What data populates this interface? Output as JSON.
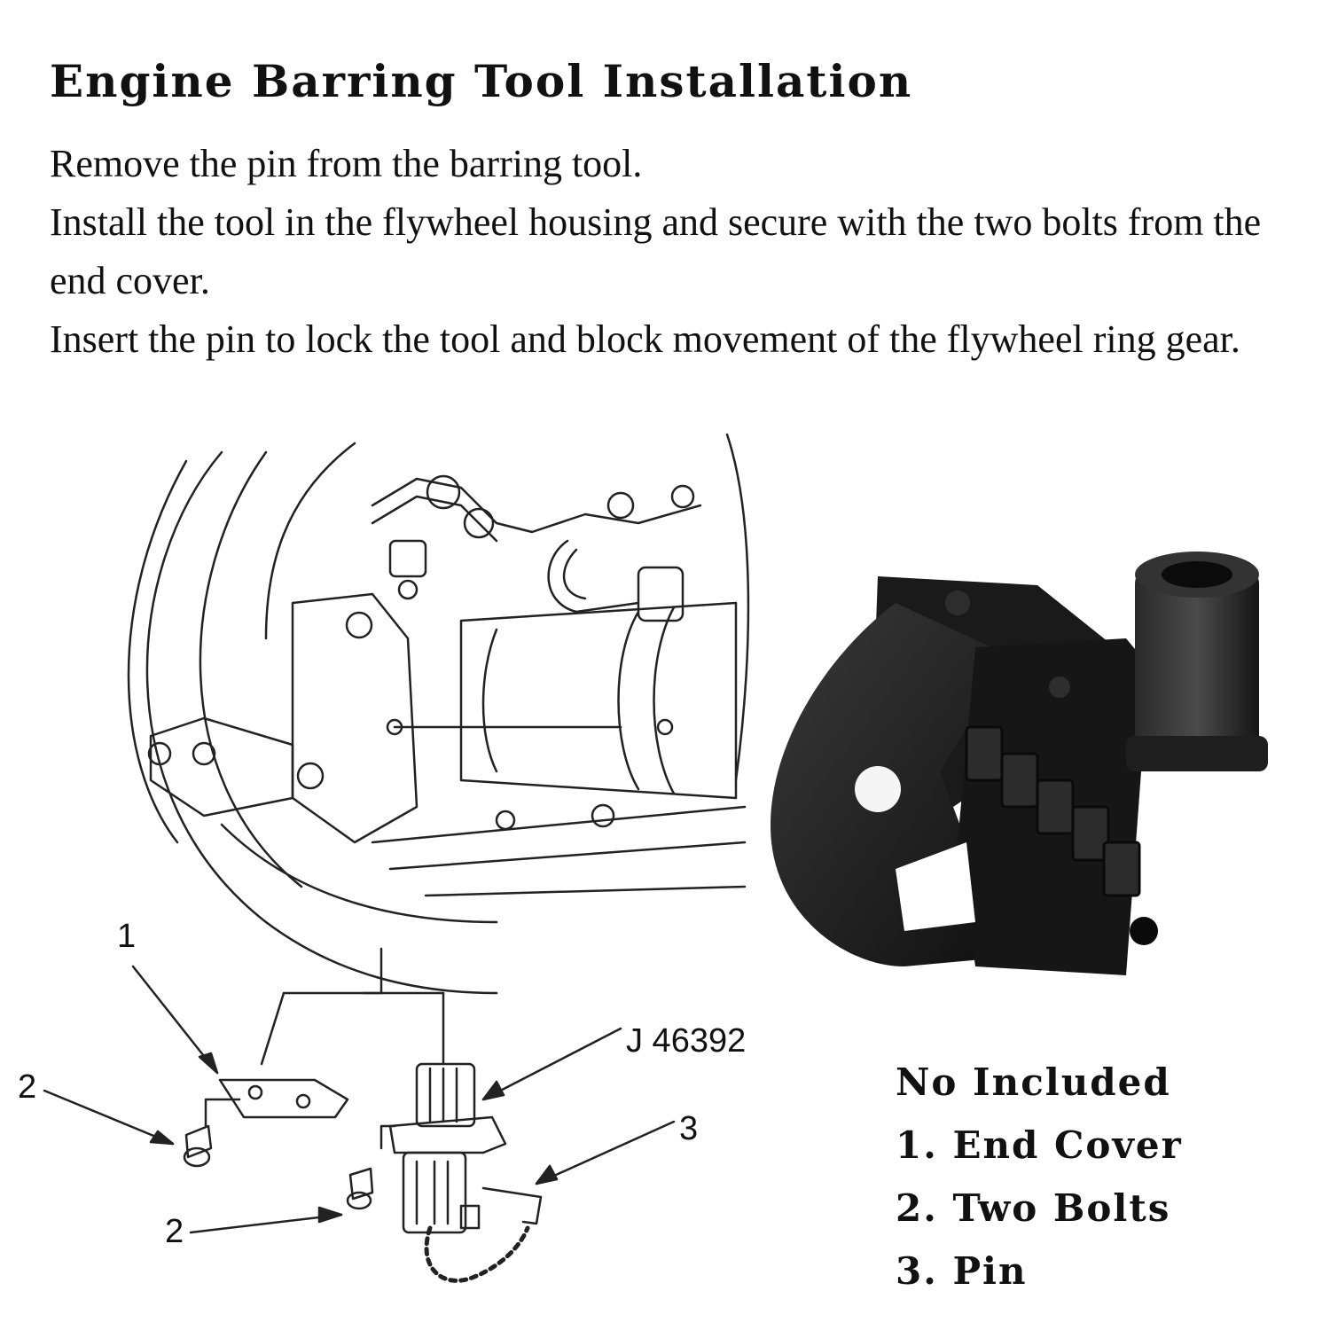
{
  "title": "Engine Barring Tool Installation",
  "instructions": [
    "Remove the pin from the barring tool.",
    "Install the tool in the flywheel housing and secure with the two bolts from the end cover.",
    "Insert the pin to lock the tool and block movement of the flywheel ring gear."
  ],
  "diagram": {
    "callouts": {
      "end_cover": "1",
      "bolt_upper": "2",
      "bolt_lower": "2",
      "tool_part_number": "J 46392",
      "pin": "3"
    }
  },
  "legend": {
    "heading": "No Included",
    "items": [
      "1. End Cover",
      "2. Two Bolts",
      "3. Pin"
    ]
  },
  "colors": {
    "text": "#111111",
    "tool": "#1c1c1c",
    "line": "#222222"
  }
}
